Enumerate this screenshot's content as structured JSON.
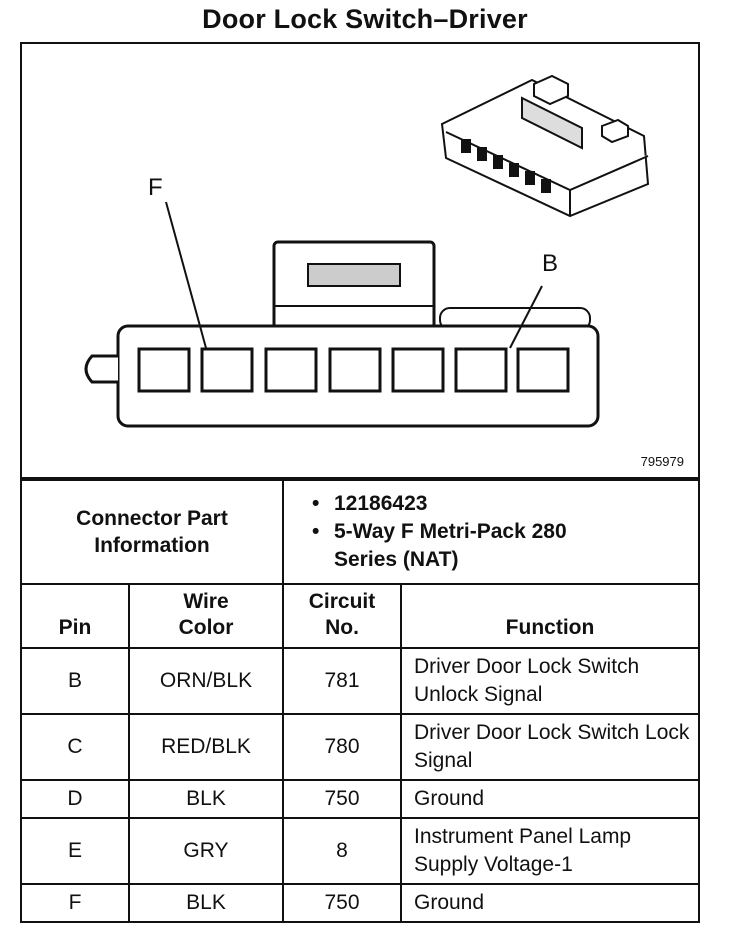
{
  "title": "Door Lock Switch–Driver",
  "diagram": {
    "pin_label_left": "F",
    "pin_label_right": "B",
    "reference_number": "795979",
    "connector_icon": "connector-illustration-icon"
  },
  "connector_info": {
    "label": "Connector Part Information",
    "items": [
      "12186423",
      "5-Way F Metri-Pack 280 Series (NAT)"
    ]
  },
  "pin_table": {
    "headers": {
      "pin": "Pin",
      "wire_color": "Wire Color",
      "circuit": "Circuit No.",
      "function": "Function"
    },
    "rows": [
      {
        "pin": "B",
        "wire_color": "ORN/BLK",
        "circuit": "781",
        "function": "Driver Door Lock Switch Unlock Signal"
      },
      {
        "pin": "C",
        "wire_color": "RED/BLK",
        "circuit": "780",
        "function": "Driver Door Lock Switch Lock Signal"
      },
      {
        "pin": "D",
        "wire_color": "BLK",
        "circuit": "750",
        "function": "Ground"
      },
      {
        "pin": "E",
        "wire_color": "GRY",
        "circuit": "8",
        "function": "Instrument Panel Lamp Supply Voltage-1"
      },
      {
        "pin": "F",
        "wire_color": "BLK",
        "circuit": "750",
        "function": "Ground"
      }
    ]
  }
}
